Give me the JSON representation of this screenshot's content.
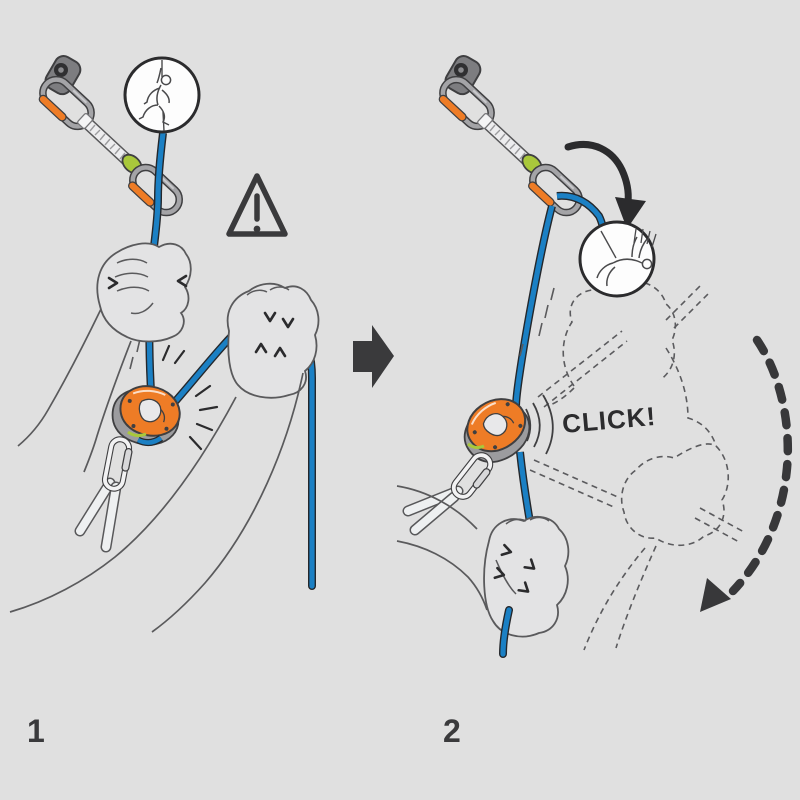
{
  "title": "belay-device-fall-arrest-instruction",
  "colors": {
    "background": "#e0e0e0",
    "rope_blue": "#1b80c4",
    "rope_edge": "#24272b",
    "device_orange": "#ee7c26",
    "keeper_green": "#a9c83b",
    "metal_gray": "#a4a4a7",
    "dark": "#3a3a3c",
    "body_outline": "#5a5a5c"
  },
  "gutter": {
    "arrow_icon": "right-arrow-icon"
  },
  "panels": [
    {
      "label": "1",
      "icons": [
        "anchor-quickdraw",
        "climbing-figure-circle-icon",
        "warning-triangle-icon",
        "belay-device",
        "locking-carabiner",
        "harness-loop",
        "guide-hand",
        "brake-hand",
        "grip-chevrons",
        "impact-lines"
      ]
    },
    {
      "label": "2",
      "click_text": "CLICK!",
      "icons": [
        "anchor-quickdraw",
        "falling-figure-circle-icon",
        "fall-arrow-icon",
        "belay-device",
        "locking-carabiner",
        "harness-loop",
        "brake-hand",
        "ghost-climber-outline",
        "sound-arcs",
        "swing-path-dashed-arrow-icon"
      ]
    }
  ]
}
